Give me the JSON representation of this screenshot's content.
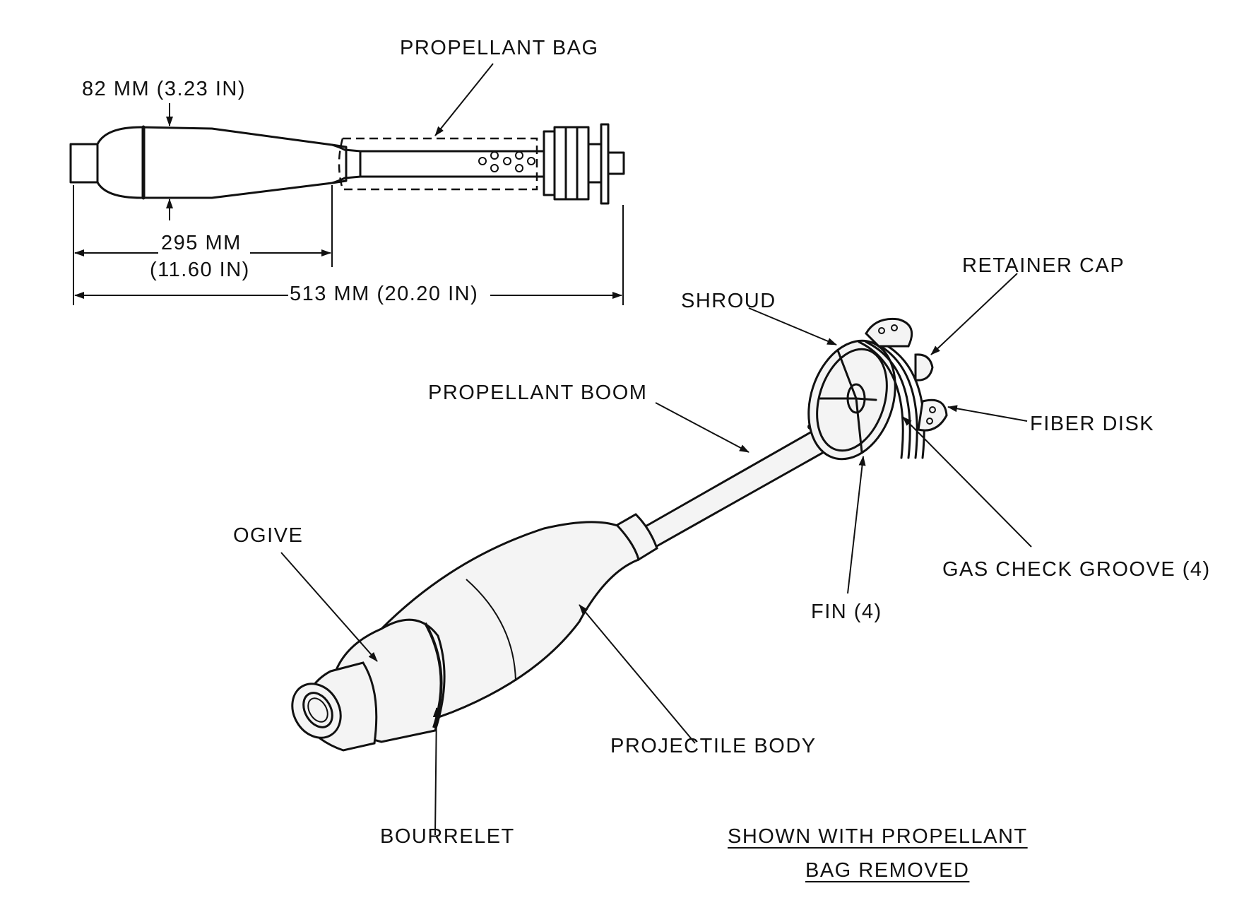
{
  "side_view": {
    "labels": {
      "propellant_bag": "PROPELLANT BAG",
      "diameter": "82 MM (3.23 IN)",
      "length_body_mm": "295 MM",
      "length_body_in": "(11.60 IN)",
      "length_total": "513 MM (20.20 IN)"
    }
  },
  "perspective_view": {
    "labels": {
      "retainer_cap": "RETAINER CAP",
      "shroud": "SHROUD",
      "propellant_boom": "PROPELLANT BOOM",
      "fiber_disk": "FIBER DISK",
      "ogive": "OGIVE",
      "gas_check_groove": "GAS CHECK GROOVE (4)",
      "fin": "FIN (4)",
      "projectile_body": "PROJECTILE BODY",
      "bourrelet": "BOURRELET"
    }
  },
  "note": {
    "line1": "SHOWN WITH PROPELLANT",
    "line2": "BAG REMOVED"
  }
}
